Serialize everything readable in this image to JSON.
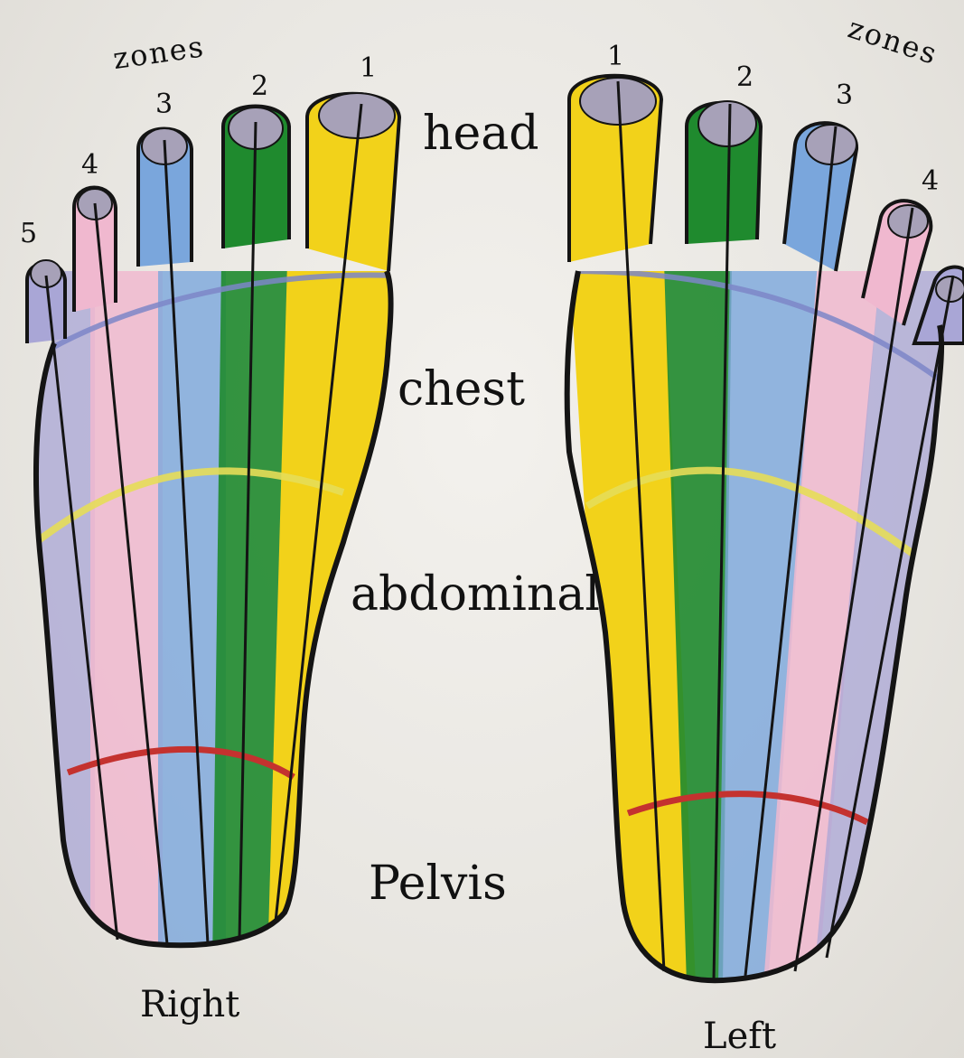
{
  "diagram": {
    "zones_heading_right": "zones",
    "zones_heading_left": "zones",
    "regions": {
      "head": "head",
      "chest": "chest",
      "abdominal": "abdominal",
      "pelvis": "Pelvis"
    },
    "sides": {
      "right": "Right",
      "left": "Left"
    },
    "right_foot_zone_numbers": [
      "5",
      "4",
      "3",
      "2",
      "1"
    ],
    "left_foot_zone_numbers": [
      "1",
      "2",
      "3",
      "4"
    ],
    "colors": {
      "zone1": "#f2d21a",
      "zone2": "#1f8a2e",
      "zone3": "#7aa6dc",
      "zone4": "#f0b8cf",
      "zone5": "#a9a6d6",
      "toe_tip": "#a7a1b8",
      "chest_line": "#7c86c8",
      "abdominal_line": "#e6dd58",
      "pelvis_line": "#c4322f",
      "outline": "#141414"
    }
  }
}
